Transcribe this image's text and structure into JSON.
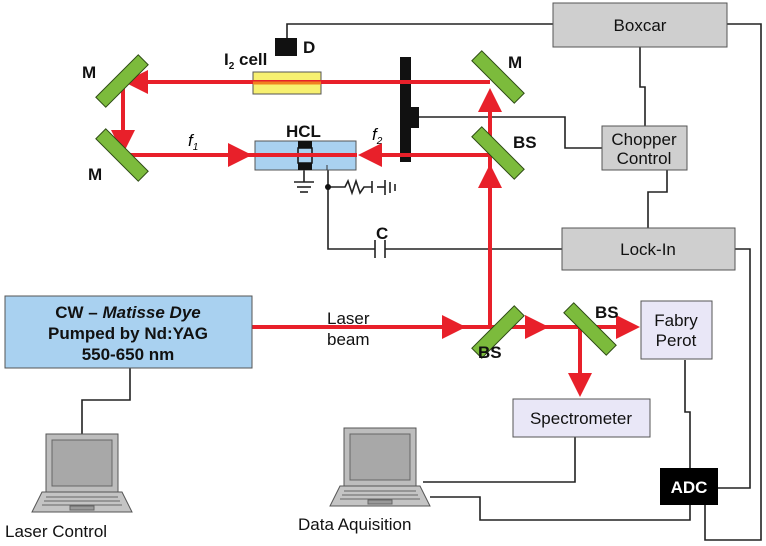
{
  "labels": {
    "mirror_top_left": "M",
    "mirror_bottom_left": "M",
    "mirror_top_right": "M",
    "bs_upper": "BS",
    "bs_lower_left": "BS",
    "bs_lower_right": "BS",
    "i2_cell_main": "I",
    "i2_cell_sub": "2",
    "i2_cell_suffix": " cell",
    "detector": "D",
    "hcl": "HCL",
    "f1_main": "f",
    "f1_sub": "1",
    "f2_main": "f",
    "f2_sub": "2",
    "capacitor": "C",
    "laser_beam_line1": "Laser",
    "laser_beam_line2": "beam"
  },
  "boxes": {
    "boxcar": "Boxcar",
    "chopper_line1": "Chopper",
    "chopper_line2": "Control",
    "lockin": "Lock-In",
    "fabry_line1": "Fabry",
    "fabry_line2": "Perot",
    "spectrometer": "Spectrometer",
    "adc": "ADC",
    "laser_line1_a": "CW – ",
    "laser_line1_b": "Matisse Dye",
    "laser_line2": "Pumped by Nd:YAG",
    "laser_line3": "550-650 nm"
  },
  "computers": {
    "laser_control": "Laser Control",
    "data_acquisition": "Data Aquisition"
  },
  "colors": {
    "beam": "#e8202a",
    "mirror": "#7cbb3c",
    "laser_box": "#a9d1f0",
    "i2_cell": "#f7f070",
    "instrument_box": "#cfcfcf",
    "optical_box": "#e9e7f7"
  }
}
